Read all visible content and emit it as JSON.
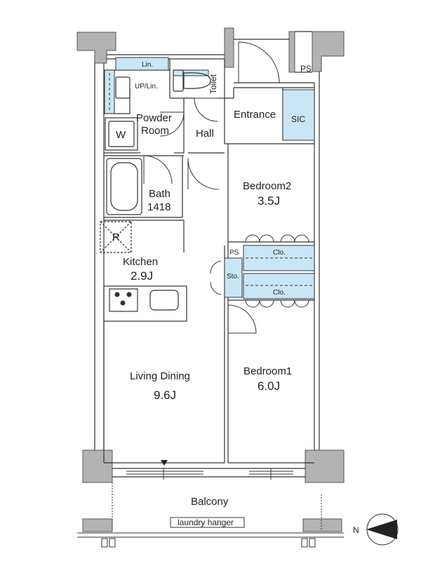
{
  "rooms": {
    "lin": "Lin.",
    "up_lin": "UP/Lin.",
    "toilet": "Toilet",
    "ps_top": "PS",
    "powder_room_1": "Powder",
    "powder_room_2": "Room",
    "washer": "W",
    "hall": "Hall",
    "entrance": "Entrance",
    "sic": "SIC",
    "bedroom2": "Bedroom2",
    "bedroom2_size": "3.5J",
    "bath": "Bath",
    "bath_size": "1418",
    "refrigerator": "R",
    "kitchen": "Kitchen",
    "kitchen_size": "2.9J",
    "ps_mid": "PS",
    "clo_upper": "Clo.",
    "sto": "Sto.",
    "clo_lower": "Clo.",
    "living_dining": "Living Dining",
    "living_dining_size": "9.6J",
    "bedroom1": "Bedroom1",
    "bedroom1_size": "6.0J",
    "balcony": "Balcony",
    "laundry_hanger": "laundry hanger"
  },
  "compass": {
    "label": "N"
  },
  "colors": {
    "wall": "#b3b3b3",
    "wall_stroke": "#555555",
    "line": "#333333",
    "storage_fill": "#c9e6f6"
  }
}
